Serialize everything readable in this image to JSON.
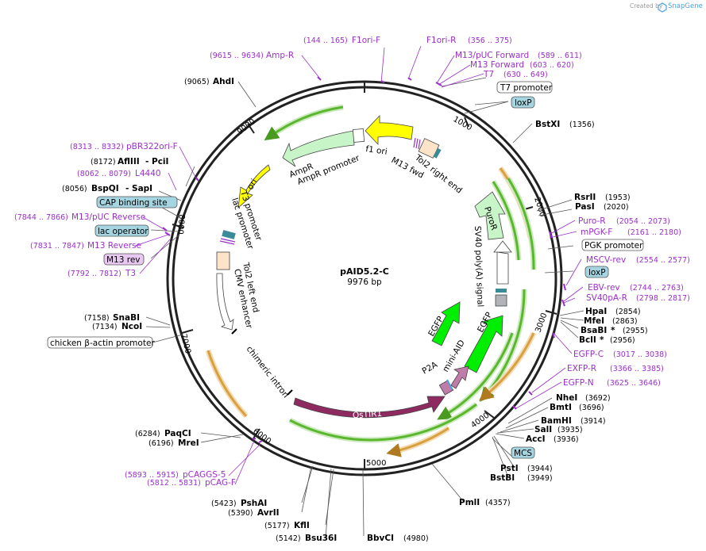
{
  "header": {
    "created_by": "Created by",
    "brand": "SnapGene"
  },
  "plasmid": {
    "name": "pAID5.2-C",
    "size_label": "9976 bp",
    "length": 9976
  },
  "ticks": [
    "1000",
    "2000",
    "3000",
    "4000",
    "5000",
    "6000",
    "7000",
    "8000",
    "9000"
  ],
  "enzymes": [
    {
      "name": "AhdI",
      "pos": "(9065)"
    },
    {
      "name": "BstXI",
      "pos": "(1356)"
    },
    {
      "name": "AflIII",
      "suffix": "- PciI",
      "pos": "(8172)"
    },
    {
      "name": "BspQI",
      "suffix": "- SapI",
      "pos": "(8056)"
    },
    {
      "name": "RsrII",
      "pos": "(1953)"
    },
    {
      "name": "PasI",
      "pos": "(2020)"
    },
    {
      "name": "HpaI",
      "pos": "(2854)"
    },
    {
      "name": "MfeI",
      "pos": "(2863)"
    },
    {
      "name": "BsaBI",
      "suffix": "*",
      "pos": "(2955)"
    },
    {
      "name": "BclI",
      "suffix": "*",
      "pos": "(2956)"
    },
    {
      "name": "SnaBI",
      "pos": "(7158)"
    },
    {
      "name": "NcoI",
      "pos": "(7134)"
    },
    {
      "name": "NheI",
      "pos": "(3692)"
    },
    {
      "name": "BmtI",
      "pos": "(3696)"
    },
    {
      "name": "BamHI",
      "pos": "(3914)"
    },
    {
      "name": "SalI",
      "pos": "(3935)"
    },
    {
      "name": "AccI",
      "pos": "(3936)"
    },
    {
      "name": "PstI",
      "pos": "(3944)"
    },
    {
      "name": "BstBI",
      "pos": "(3949)"
    },
    {
      "name": "PaqCI",
      "pos": "(6284)"
    },
    {
      "name": "MreI",
      "pos": "(6196)"
    },
    {
      "name": "PmlI",
      "pos": "(4357)"
    },
    {
      "name": "PshAI",
      "pos": "(5423)"
    },
    {
      "name": "AvrII",
      "pos": "(5390)"
    },
    {
      "name": "KflI",
      "pos": "(5177)"
    },
    {
      "name": "Bsu36I",
      "pos": "(5142)"
    },
    {
      "name": "BbvCI",
      "pos": "(4980)"
    }
  ],
  "primers": [
    {
      "name": "F1ori-F",
      "range": "(144 .. 165)"
    },
    {
      "name": "Amp-R",
      "range": "(9615 .. 9634)"
    },
    {
      "name": "F1ori-R",
      "range": "(356 .. 375)"
    },
    {
      "name": "M13/pUC Forward",
      "range": "(589 .. 611)"
    },
    {
      "name": "M13 Forward",
      "range": "(603 .. 620)"
    },
    {
      "name": "T7",
      "range": "(630 .. 649)"
    },
    {
      "name": "pBR322ori-F",
      "range": "(8313 .. 8332)"
    },
    {
      "name": "L4440",
      "range": "(8062 .. 8079)"
    },
    {
      "name": "M13/pUC Reverse",
      "range": "(7844 .. 7866)"
    },
    {
      "name": "M13 Reverse",
      "range": "(7831 .. 7847)"
    },
    {
      "name": "T3",
      "range": "(7792 .. 7812)"
    },
    {
      "name": "Puro-R",
      "range": "(2054 .. 2073)"
    },
    {
      "name": "mPGK-F",
      "range": "(2161 .. 2180)"
    },
    {
      "name": "MSCV-rev",
      "range": "(2554 .. 2577)"
    },
    {
      "name": "EBV-rev",
      "range": "(2744 .. 2763)"
    },
    {
      "name": "SV40pA-R",
      "range": "(2798 .. 2817)"
    },
    {
      "name": "EGFP-C",
      "range": "(3017 .. 3038)"
    },
    {
      "name": "EXFP-R",
      "range": "(3366 .. 3385)"
    },
    {
      "name": "EGFP-N",
      "range": "(3625 .. 3646)"
    },
    {
      "name": "pCAGGS-5",
      "range": "(5893 .. 5915)"
    },
    {
      "name": "pCAG-F",
      "range": "(5812 .. 5831)"
    }
  ],
  "boxed_features": {
    "t7_promoter": "T7 promoter",
    "loxp_top": "loxP",
    "cap_site": "CAP binding site",
    "lac_operator": "lac operator",
    "m13_rev": "M13 rev",
    "pgk_promoter": "PGK promoter",
    "loxp_right": "loxP",
    "mcs": "MCS",
    "cba_promoter": "chicken β-actin promoter"
  },
  "inner_features": {
    "ampr": "AmpR",
    "ampr_promoter": "AmpR promoter",
    "f1_ori": "f1 ori",
    "m13_fwd": "M13 fwd",
    "tol2_right": "Tol2 right end",
    "ori": "ori",
    "lac_promoter": "lac promoter",
    "t3_promoter": "T3 promoter",
    "tol2_left": "Tol2 left end",
    "cmv_enhancer": "CMV enhancer",
    "puror": "PuroR",
    "sv40_polya": "SV40 poly(A) signal",
    "egfp1": "EGFP",
    "egfp2": "EGFP",
    "mini_aid": "mini-AID",
    "p2a": "P2A",
    "chimeric_intron": "chimeric intron",
    "ostir1": "OsTIR1"
  },
  "colors": {
    "primer": "#9b2fc9",
    "ampr": "#c8f5c8",
    "ori": "#ffff00",
    "egfp": "#00ee00",
    "ostir1": "#8e2a5f",
    "mini_aid": "#c07ca8",
    "orf_arrow": "#5ab72e",
    "orf_arrow_orange": "#d8a040",
    "feature_box": "#a5d5e0"
  }
}
